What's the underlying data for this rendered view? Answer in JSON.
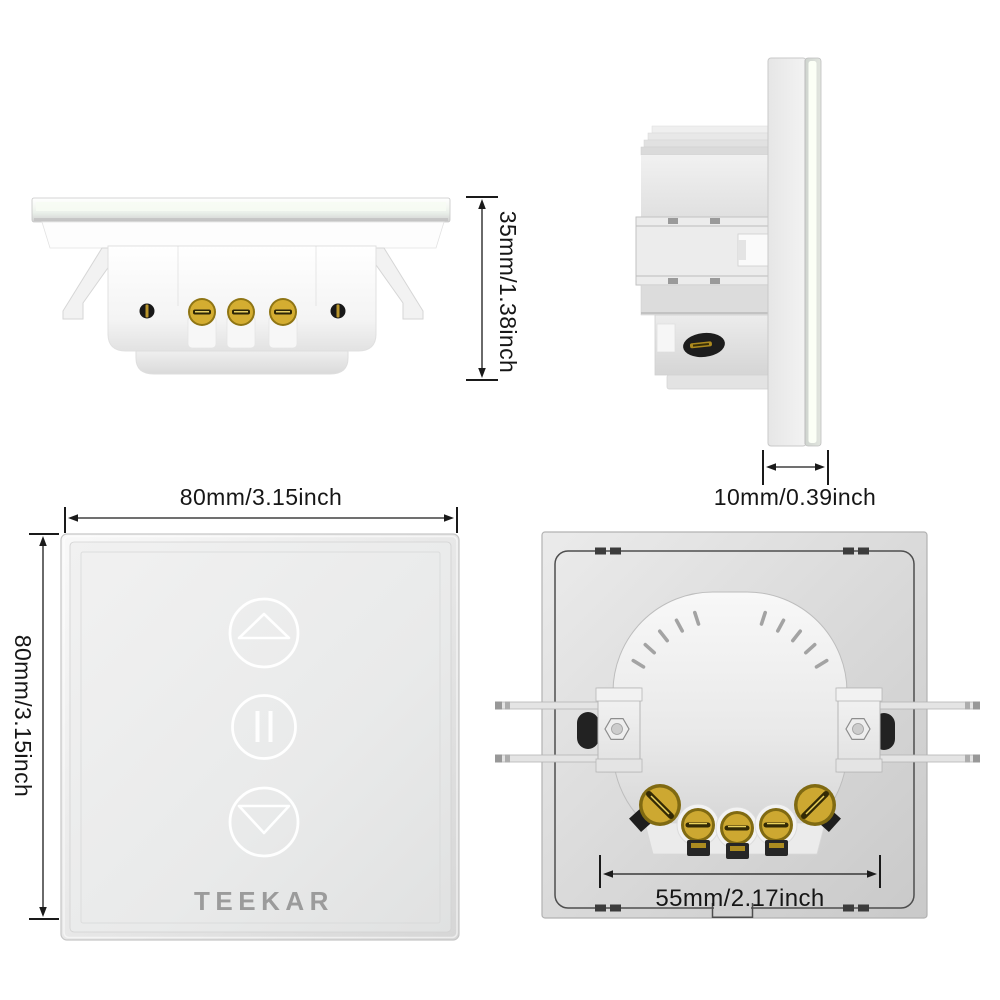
{
  "product": {
    "brand": "TEEKAR",
    "category": "smart curtain touch wall switch"
  },
  "views": {
    "side": {
      "title": "bottom edge view",
      "dimension": {
        "label": "35mm/1.38inch",
        "orientation": "vertical"
      }
    },
    "profile": {
      "title": "side profile view",
      "dimension": {
        "label": "10mm/0.39inch",
        "orientation": "horizontal"
      }
    },
    "front": {
      "title": "front view",
      "width_dimension": {
        "label": "80mm/3.15inch",
        "orientation": "horizontal"
      },
      "height_dimension": {
        "label": "80mm/3.15inch",
        "orientation": "vertical"
      },
      "logo": "TEEKAR",
      "touch_buttons": [
        {
          "name": "open",
          "icon": "triangle-up-icon"
        },
        {
          "name": "pause",
          "icon": "pause-bars-icon"
        },
        {
          "name": "close",
          "icon": "triangle-down-icon"
        }
      ]
    },
    "back": {
      "title": "back view",
      "dimension": {
        "label": "55mm/2.17inch",
        "orientation": "horizontal"
      }
    }
  },
  "colors": {
    "background": "#ffffff",
    "dimension_ink": "#1a1a1a",
    "brass_terminal": "#cda831",
    "brass_rim": "#806a12",
    "logo_gray": "#9b9b9b",
    "touch_icon_white": "#ffffff",
    "panel_gray": "#e9eaea",
    "plate_gray": "#d6d6d6"
  }
}
